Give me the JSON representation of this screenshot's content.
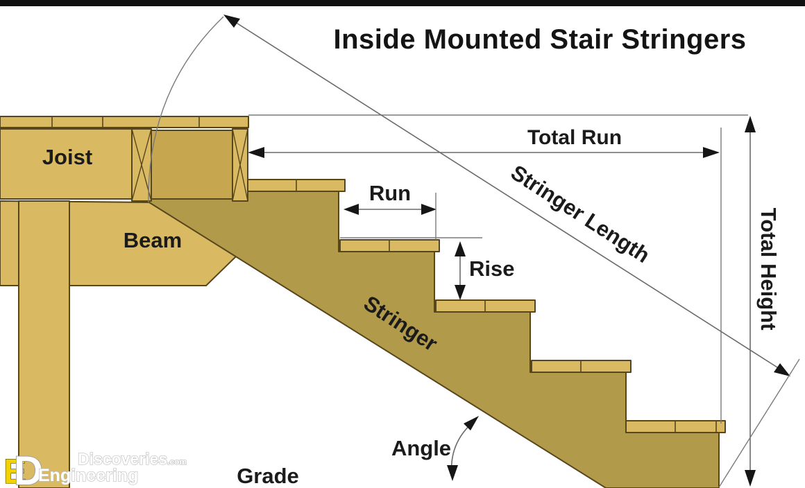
{
  "title": "Inside Mounted Stair Stringers",
  "diagram": {
    "structure_labels": {
      "joist": "Joist",
      "beam": "Beam",
      "stringer": "Stringer",
      "grade": "Grade"
    },
    "dimension_labels": {
      "total_run": "Total Run",
      "stringer_length": "Stringer Length",
      "total_height": "Total Height",
      "run": "Run",
      "rise": "Rise",
      "angle": "Angle"
    },
    "steps": {
      "visible_step_count": 5,
      "boards_per_tread": 2
    }
  },
  "watermark": {
    "logo_letter_e": "E",
    "logo_letter_d": "D",
    "brand_line1": "Discoveries",
    "brand_line1_suffix": ".com",
    "brand_line2": "Engineering"
  },
  "colors": {
    "background": "#ffffff",
    "top_bar": "#101010",
    "wood_light": "#d9ba62",
    "wood_medium": "#c6a64f",
    "wood_stringer": "#b29a4b",
    "wood_outline": "#57461b",
    "dimension_line": "#6a6a6a",
    "ink": "#1b1b1b",
    "logo_yellow": "#f2d200"
  }
}
